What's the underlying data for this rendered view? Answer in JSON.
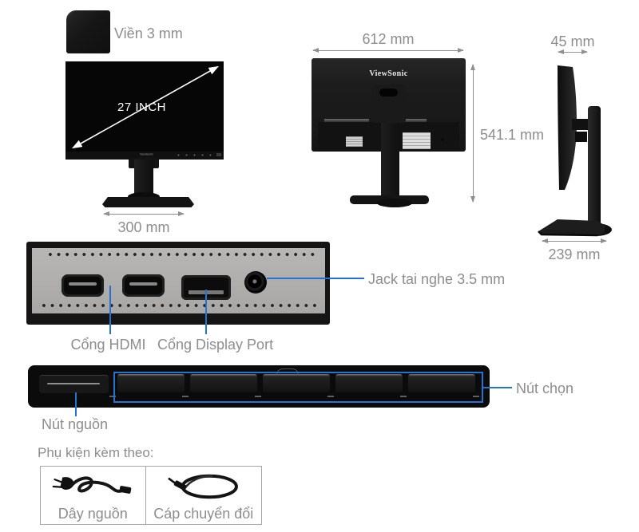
{
  "colors": {
    "accent_blue": "#2372d4",
    "label_gray": "#8d8d8d",
    "screen_black": "#060606"
  },
  "bezel_detail": {
    "label": "Viền 3 mm"
  },
  "front_view": {
    "diagonal_label": "27 INCH",
    "width_label": "300 mm",
    "logo": "ViewSonic"
  },
  "back_view": {
    "width_label": "612 mm",
    "height_label": "541.1 mm",
    "logo": "ViewSonic"
  },
  "side_view": {
    "depth_label": "45 mm",
    "base_label": "239 mm"
  },
  "ports": {
    "hdmi_label": "Cổng HDMI",
    "dp_label": "Cổng Display Port",
    "jack_label": "Jack tai nghe 3.5 mm",
    "icons": [
      "hdmi-port-icon",
      "hdmi-port-icon",
      "displayport-icon",
      "audio-jack-icon"
    ]
  },
  "controls": {
    "power_label": "Nút nguồn",
    "select_label": "Nút chọn"
  },
  "accessories": {
    "heading": "Phụ kiện kèm theo:",
    "items": [
      {
        "label": "Dây nguồn",
        "icon": "power-cord-icon"
      },
      {
        "label": "Cáp chuyển đổi",
        "icon": "adapter-cable-icon"
      }
    ]
  }
}
